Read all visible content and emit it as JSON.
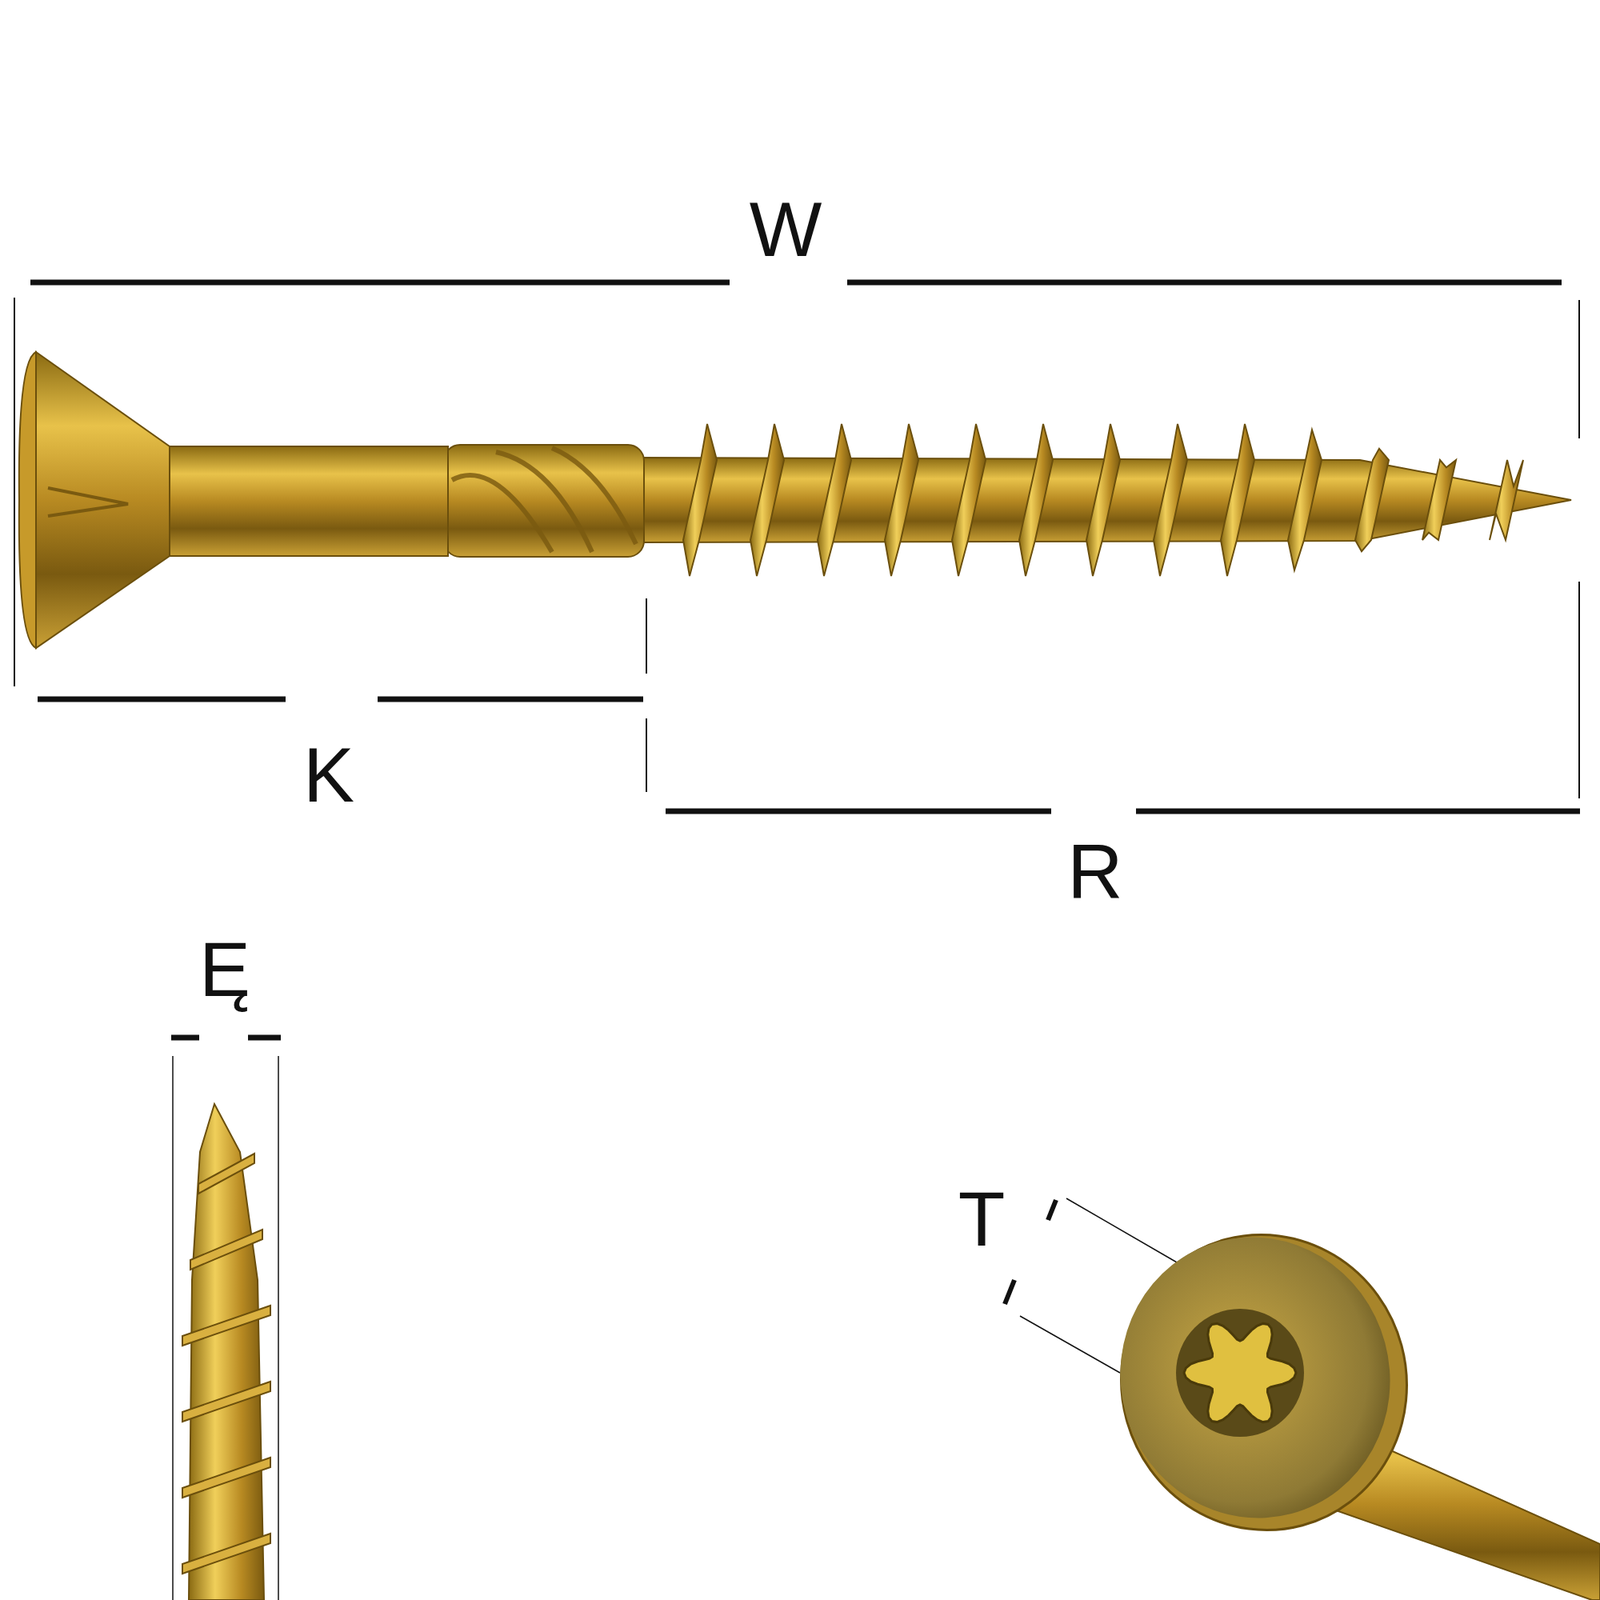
{
  "diagram": {
    "labels": [
      "W",
      "K",
      "R",
      "Ę",
      "T"
    ]
  }
}
